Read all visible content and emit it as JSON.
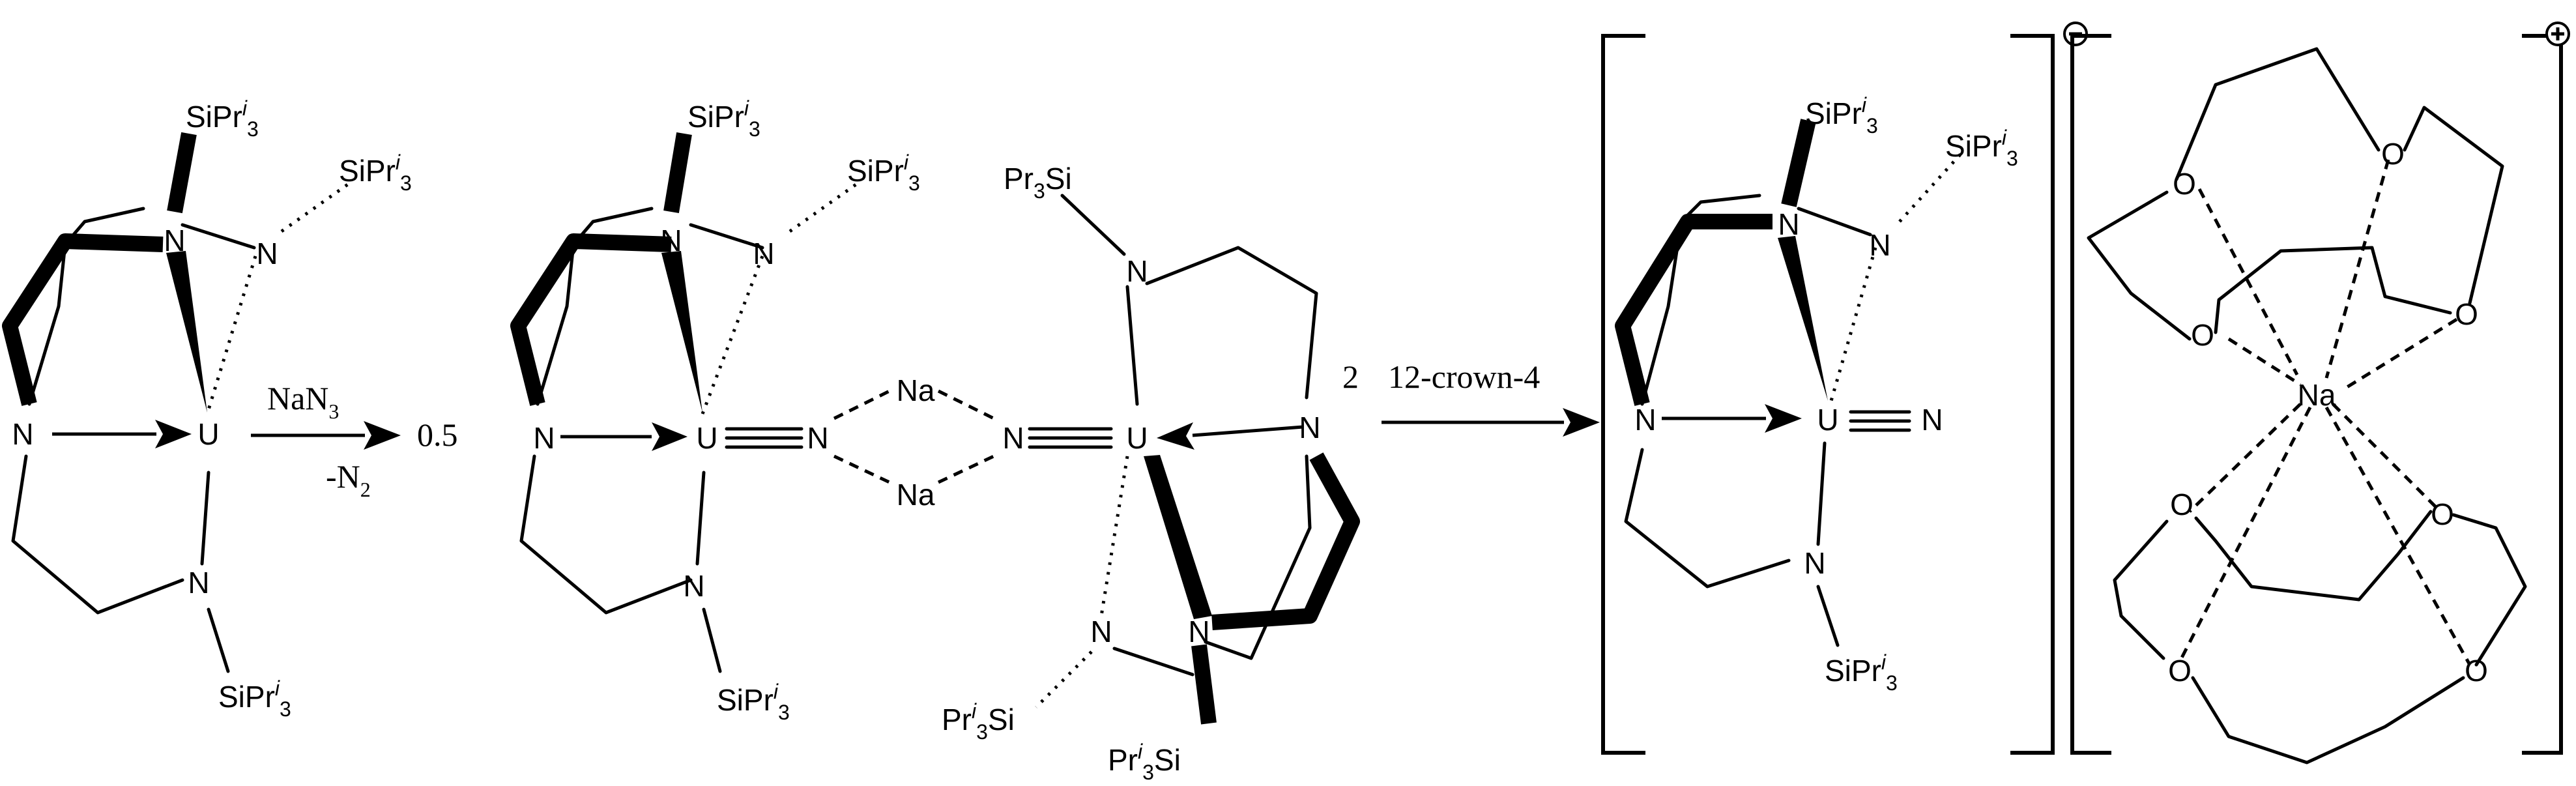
{
  "chem": {
    "N": "N",
    "U": "U",
    "Na": "Na",
    "O": "O",
    "si_a": "SiPr",
    "si_b": "3",
    "si_i": "i",
    "pr_a": "Pr",
    "pr_b": "3",
    "pr_c": "Si",
    "pr_i": "i"
  },
  "reagents": {
    "nan3_a": "NaN",
    "nan3_b": "3",
    "mn2_a": "-N",
    "mn2_b": "2",
    "half": "0.5",
    "two": "2",
    "crown": "12-crown-4"
  },
  "charges": {
    "anion": "−",
    "cation": "+"
  }
}
